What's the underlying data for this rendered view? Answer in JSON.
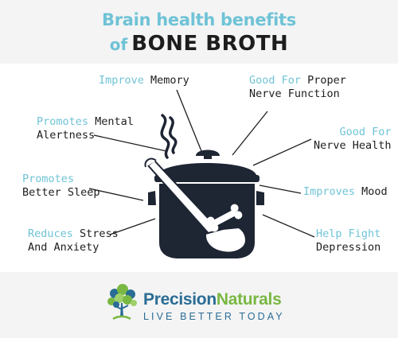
{
  "header": {
    "title_line1": "Brain health benefits",
    "title_of": "of",
    "title_main": "BONE BROTH"
  },
  "benefits": [
    {
      "id": "memory",
      "highlight": "Improve",
      "text": "Memory"
    },
    {
      "id": "nerve-function",
      "highlight": "Good For",
      "text_line1": "Proper",
      "text_line2": "Nerve Function"
    },
    {
      "id": "mental-alertness",
      "highlight": "Promotes",
      "text_line1": "Mental",
      "text_line2": "Alertness"
    },
    {
      "id": "nerve-health",
      "highlight": "Good For",
      "text": "Nerve Health"
    },
    {
      "id": "better-sleep",
      "highlight": "Promotes",
      "text": "Better Sleep"
    },
    {
      "id": "mood",
      "highlight": "Improves",
      "text": "Mood"
    },
    {
      "id": "stress",
      "highlight": "Reduces",
      "text_line1": "Stress",
      "text_line2": "And Anxiety"
    },
    {
      "id": "depression",
      "highlight": "Help Fight",
      "text": "Depression"
    }
  ],
  "footer": {
    "brand_part1": "Precision",
    "brand_part2": "Naturals",
    "tagline": "LIVE BETTER TODAY"
  },
  "colors": {
    "accent": "#6fc3d6",
    "pot": "#1e2533",
    "text": "#1d1d1d",
    "brand_blue": "#2a6c95",
    "brand_green": "#79b843"
  },
  "icons": [
    "pot-icon",
    "ladle-icon",
    "bone-icon",
    "steam-icon",
    "tree-logo-icon"
  ]
}
